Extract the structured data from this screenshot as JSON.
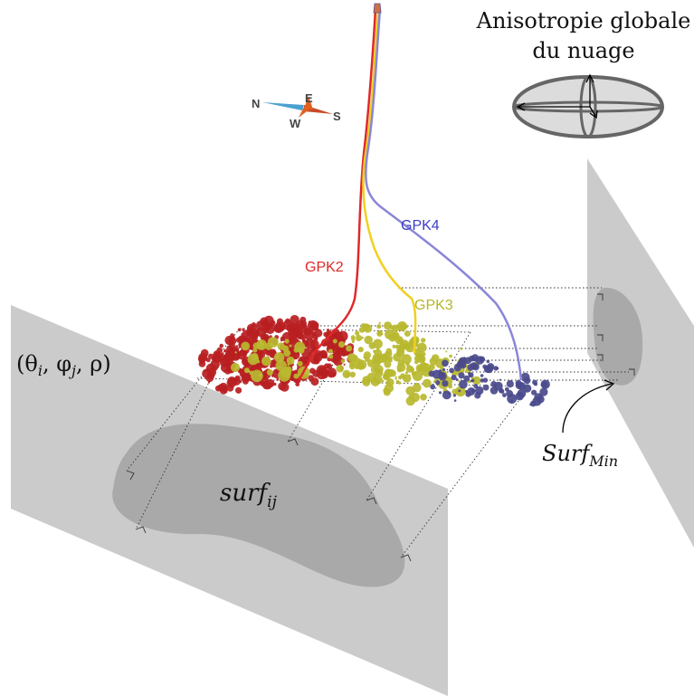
{
  "title": {
    "line1": "Anisotropie globale",
    "line2": "du nuage"
  },
  "compass": {
    "north": "N",
    "east": "E",
    "west": "W",
    "south": "S"
  },
  "wells": [
    {
      "label": "GPK2",
      "color": "#e0282a"
    },
    {
      "label": "GPK3",
      "color": "#b5b52a"
    },
    {
      "label": "GPK4",
      "color": "#3c3cc8"
    }
  ],
  "well_line_colors": {
    "GPK2": "#e0282a",
    "GPK3": "#f0d020",
    "GPK4": "#8a86d8"
  },
  "labels": {
    "params_open": "(θ",
    "params_i": "i",
    "params_sep1": ", φ",
    "params_j": "j",
    "params_close": ", ρ)",
    "surf_main": "surf",
    "surf_main_sub": "ij",
    "surf_min_main": "Surf",
    "surf_min_sub": "Min"
  },
  "colors": {
    "plane": "#cbcbcb",
    "shadow": "#a9a9a9",
    "red_cloud": "#b81f22",
    "yellow_cloud": "#b9b830",
    "blue_cloud": "#4a4a8c",
    "ellipsoid": "#dcdcdc"
  }
}
